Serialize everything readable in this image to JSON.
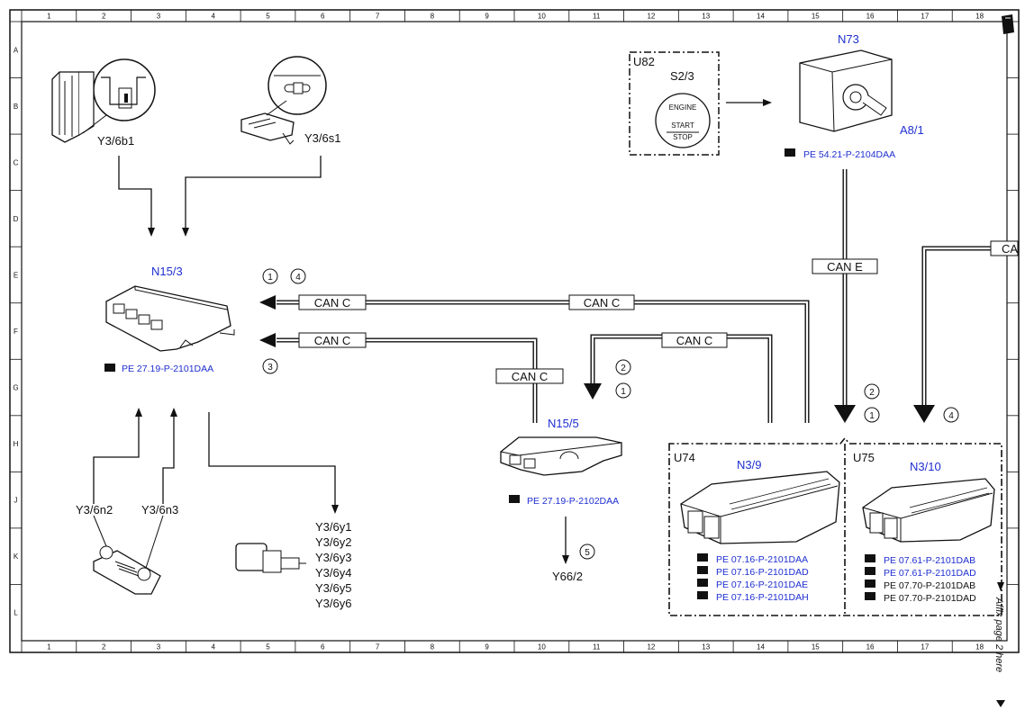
{
  "grid": {
    "columns": [
      "1",
      "2",
      "3",
      "4",
      "5",
      "6",
      "7",
      "8",
      "9",
      "10",
      "11",
      "12",
      "13",
      "14",
      "15",
      "16",
      "17",
      "18"
    ],
    "rows": [
      "A",
      "B",
      "C",
      "D",
      "E",
      "F",
      "G",
      "H",
      "J",
      "K",
      "L"
    ]
  },
  "components": {
    "y3_6b1": "Y3/6b1",
    "y3_6s1": "Y3/6s1",
    "n15_3": "N15/3",
    "n15_3_ref": "PE 27.19-P-2101DAA",
    "y3_6n2": "Y3/6n2",
    "y3_6n3": "Y3/6n3",
    "y3_6y": [
      "Y3/6y1",
      "Y3/6y2",
      "Y3/6y3",
      "Y3/6y4",
      "Y3/6y5",
      "Y3/6y6"
    ],
    "u82": "U82",
    "s2_3": "S2/3",
    "engine_button": [
      "ENGINE",
      "START",
      "STOP"
    ],
    "n73": "N73",
    "a8_1": "A8/1",
    "n73_ref": "PE 54.21-P-2104DAA",
    "n15_5": "N15/5",
    "n15_5_ref": "PE 27.19-P-2102DAA",
    "y66_2": "Y66/2",
    "u74": "U74",
    "n3_9": "N3/9",
    "n3_9_refs": [
      "PE 07.16-P-2101DAA",
      "PE 07.16-P-2101DAD",
      "PE 07.16-P-2101DAE",
      "PE 07.16-P-2101DAH"
    ],
    "u75": "U75",
    "n3_10": "N3/10",
    "n3_10_refs_blue": [
      "PE 07.61-P-2101DAB",
      "PE 07.61-P-2101DAD"
    ],
    "n3_10_refs_black": [
      "PE 07.70-P-2101DAB",
      "PE 07.70-P-2101DAD"
    ]
  },
  "buses": {
    "can_c": "CAN C",
    "can_e": "CAN E",
    "can_a": "CA"
  },
  "circles": [
    "1",
    "2",
    "3",
    "4",
    "5"
  ],
  "side_note": "Affix page 2 here",
  "colors": {
    "component_blue": "#1f2fd0",
    "line": "#111111"
  }
}
